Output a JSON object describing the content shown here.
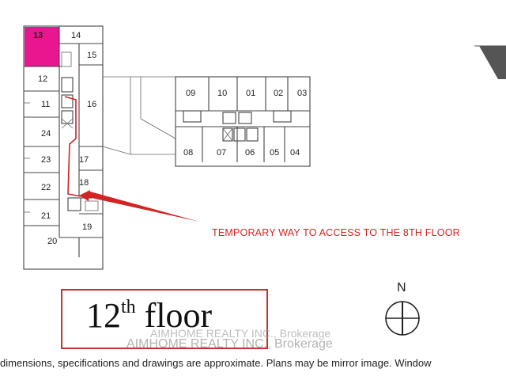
{
  "units": {
    "u13": "13",
    "u14": "14",
    "u15": "15",
    "u12": "12",
    "u11": "11",
    "u16": "16",
    "u24": "24",
    "u23": "23",
    "u17": "17",
    "u22": "22",
    "u18": "18",
    "u21": "21",
    "u19": "19",
    "u20": "20",
    "u09": "09",
    "u10": "10",
    "u01": "01",
    "u02": "02",
    "u03": "03",
    "u08": "08",
    "u07": "07",
    "u06": "06",
    "u05": "05",
    "u04": "04"
  },
  "highlight_color": "#e8168f",
  "route_color": "#d22424",
  "note": "TEMPORARY WAY TO ACCESS TO THE 8TH FLOOR",
  "floor": {
    "number": "12",
    "suffix": "th",
    "word": "floor"
  },
  "watermark": "AIMHOME REALTY INC., Brokerage",
  "compass_label": "N",
  "disclaimer": "dimensions, specifications and drawings are approximate. Plans may be mirror image. Window"
}
